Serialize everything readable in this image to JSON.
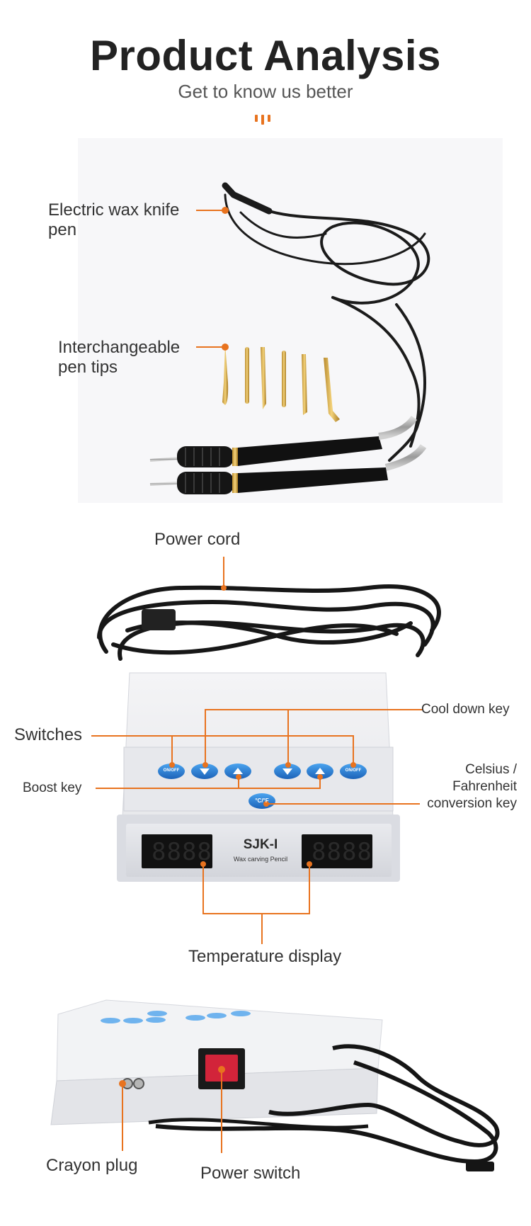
{
  "header": {
    "title": "Product Analysis",
    "subtitle": "Get to know us better"
  },
  "colors": {
    "accent": "#e8731f",
    "button_blue": "#2b7fd6",
    "display_red": "#c0392b"
  },
  "device_model": "SJK-I",
  "device_caption": "Wax carving Pencil",
  "display_digits": "8888",
  "buttons": {
    "on_off": "ON/OFF",
    "temp_unit": "°C/°F"
  },
  "section1": {
    "labels": {
      "pen": "Electric wax knife pen",
      "tips": "Interchangeable pen tips"
    }
  },
  "section2": {
    "labels": {
      "power_cord": "Power cord",
      "switches": "Switches",
      "cool_down": "Cool down key",
      "boost": "Boost key",
      "celsius": "Celsius / Fahrenheit conversion key",
      "temperature": "Temperature display"
    }
  },
  "section3": {
    "labels": {
      "crayon_plug": "Crayon plug",
      "power_switch": "Power switch"
    }
  }
}
